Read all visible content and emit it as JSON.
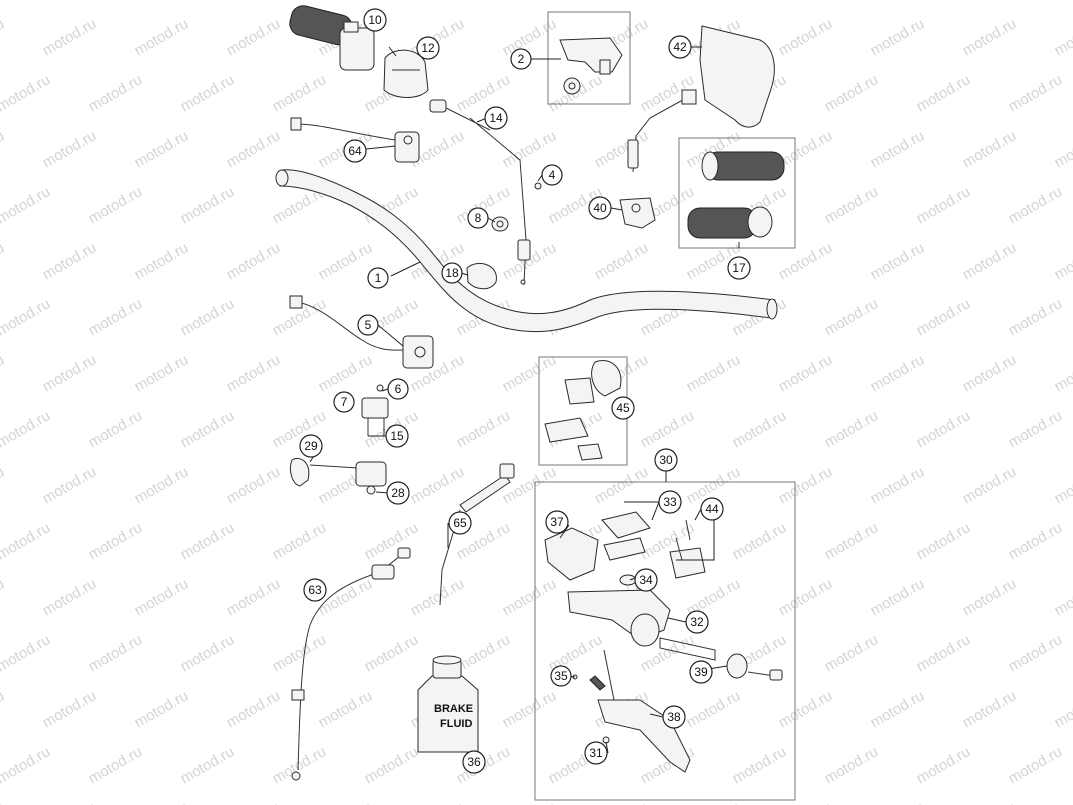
{
  "diagram": {
    "watermark_text": "motod.ru",
    "container_label": [
      "BRAKE",
      "FLUID"
    ],
    "callouts": [
      "10",
      "12",
      "2",
      "42",
      "14",
      "64",
      "4",
      "40",
      "8",
      "1",
      "18",
      "17",
      "5",
      "6",
      "7",
      "15",
      "45",
      "29",
      "28",
      "30",
      "33",
      "44",
      "65",
      "37",
      "34",
      "32",
      "63",
      "35",
      "39",
      "38",
      "31",
      "36"
    ]
  }
}
